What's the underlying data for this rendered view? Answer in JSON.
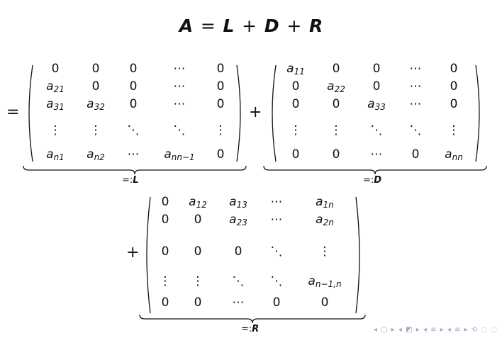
{
  "title": {
    "lhs": "A",
    "eq": "=",
    "t1": "L",
    "plus1": "+",
    "t2": "D",
    "plus2": "+",
    "t3": "R"
  },
  "symbols": {
    "equals": "=",
    "plus": "+"
  },
  "matrices": {
    "L": {
      "label_prefix": "=:",
      "label_letter": "L",
      "rows": [
        [
          "0",
          "0",
          "0",
          "⋯",
          "0"
        ],
        [
          "a21",
          "0",
          "0",
          "⋯",
          "0"
        ],
        [
          "a31",
          "a32",
          "0",
          "⋯",
          "0"
        ],
        [
          "⋮",
          "⋮",
          "⋱",
          "⋱",
          "⋮"
        ],
        [
          "an1",
          "an2",
          "⋯",
          "ann−1",
          "0"
        ]
      ]
    },
    "D": {
      "label_prefix": "=:",
      "label_letter": "D",
      "rows": [
        [
          "a11",
          "0",
          "0",
          "⋯",
          "0"
        ],
        [
          "0",
          "a22",
          "0",
          "⋯",
          "0"
        ],
        [
          "0",
          "0",
          "a33",
          "⋯",
          "0"
        ],
        [
          "⋮",
          "⋮",
          "⋱",
          "⋱",
          "⋮"
        ],
        [
          "0",
          "0",
          "⋯",
          "0",
          "ann"
        ]
      ]
    },
    "R": {
      "label_prefix": "=:",
      "label_letter": "R",
      "rows": [
        [
          "0",
          "a12",
          "a13",
          "⋯",
          "a1n"
        ],
        [
          "0",
          "0",
          "a23",
          "⋯",
          "a2n"
        ],
        [
          "0",
          "0",
          "0",
          "⋱",
          "⋮"
        ],
        [
          "⋮",
          "⋮",
          "⋱",
          "⋱",
          "an−1,n"
        ],
        [
          "0",
          "0",
          "⋯",
          "0",
          "0"
        ]
      ]
    }
  },
  "nav": {
    "symbols": "◂ ▢ ▸ ◂ ◩ ▸ ◂ ≡ ▸ ◂ ≡ ▸ ⟲ ◌ ◌"
  }
}
